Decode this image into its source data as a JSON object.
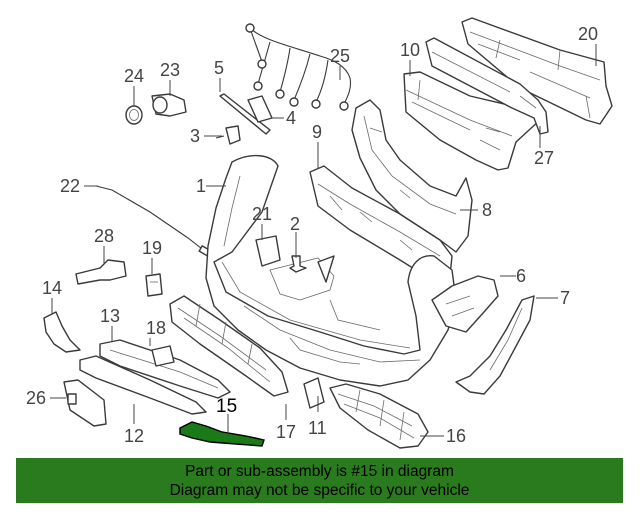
{
  "diagram": {
    "highlighted_part": "15",
    "callouts": {
      "p1": "1",
      "p2": "2",
      "p3": "3",
      "p4": "4",
      "p5": "5",
      "p6": "6",
      "p7": "7",
      "p8": "8",
      "p9": "9",
      "p10": "10",
      "p11": "11",
      "p12": "12",
      "p13": "13",
      "p14": "14",
      "p15": "15",
      "p16": "16",
      "p17": "17",
      "p18": "18",
      "p19": "19",
      "p20": "20",
      "p21": "21",
      "p22": "22",
      "p23": "23",
      "p24": "24",
      "p25": "25",
      "p26": "26",
      "p27": "27",
      "p28": "28"
    },
    "colors": {
      "highlight": "#1a7a1a",
      "banner": "#2a7a1e",
      "line": "#3a3a3a"
    }
  },
  "banner": {
    "line1": "Part or sub-assembly is #15 in diagram",
    "line2": "Diagram may not be specific to your vehicle"
  }
}
